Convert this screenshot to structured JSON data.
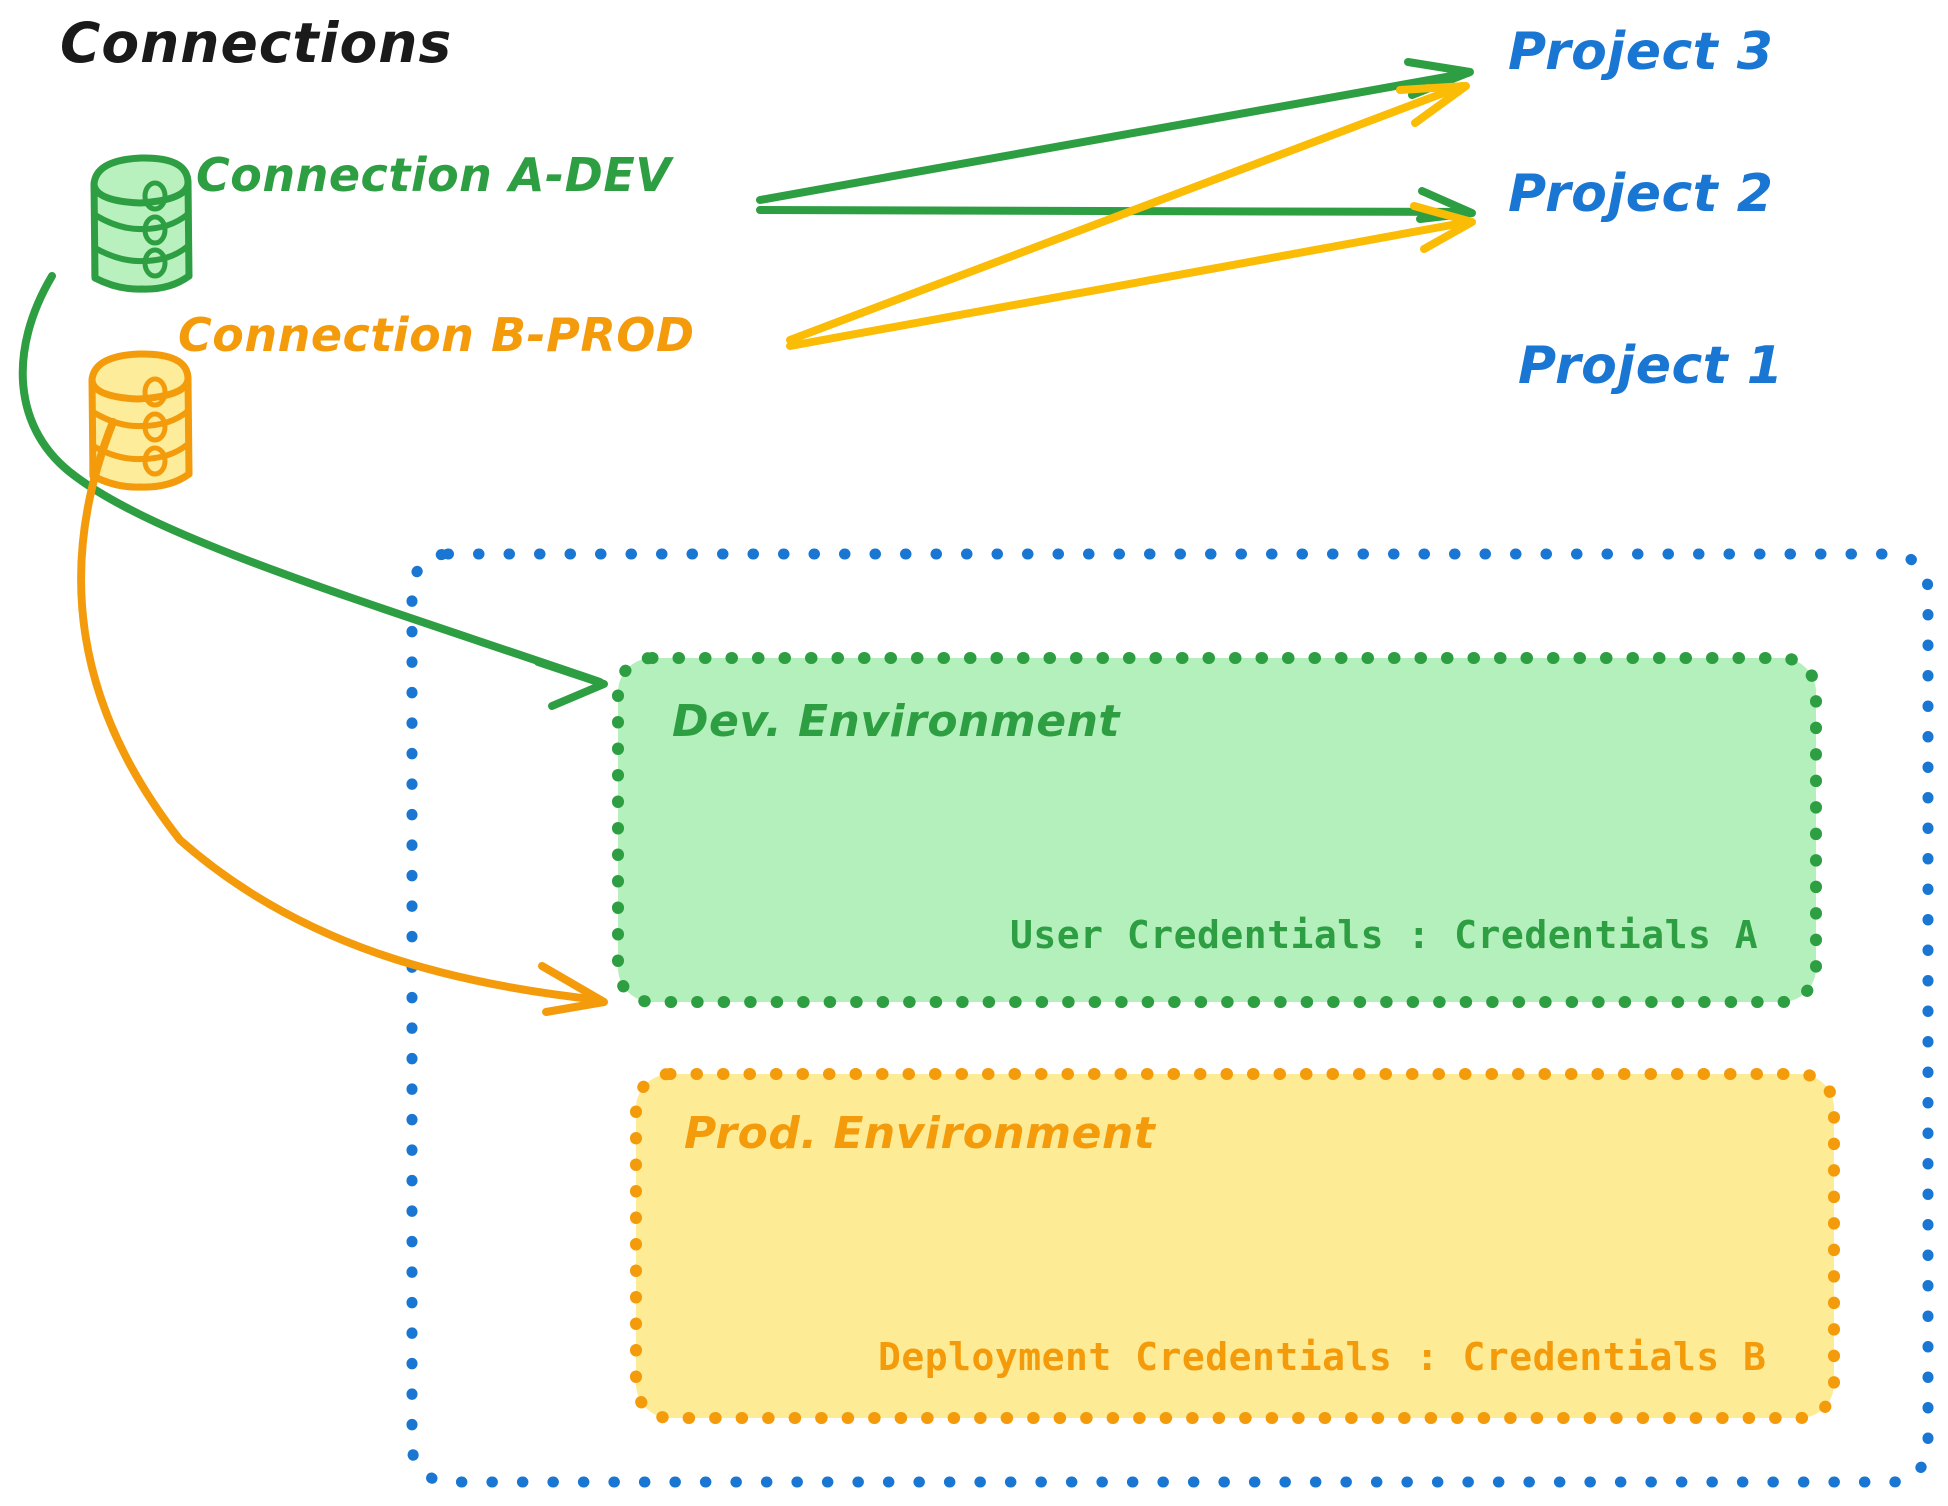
{
  "diagram": {
    "title": "Connections",
    "colors": {
      "green_stroke": "#2e9e43",
      "green_fill": "#b4f0bb",
      "orange_stroke": "#f49b0b",
      "orange_fill": "#fdeb95",
      "blue_stroke": "#1976d2",
      "black_text": "#1a1a1a",
      "background": "#ffffff"
    },
    "connections": [
      {
        "id": "a-dev",
        "icon": "database-icon",
        "label": "Connection A-DEV",
        "color": "#2e9e43",
        "targets": [
          "Project 3",
          "Project 2",
          "Dev. Environment"
        ]
      },
      {
        "id": "b-prod",
        "icon": "database-icon",
        "label": "Connection B-PROD",
        "color": "#f49b0b",
        "targets": [
          "Project 3",
          "Project 2",
          "Prod. Environment"
        ]
      }
    ],
    "projects": [
      {
        "id": "project-3",
        "label": "Project 3"
      },
      {
        "id": "project-2",
        "label": "Project 2"
      },
      {
        "id": "project-1",
        "label": "Project 1"
      }
    ],
    "project_1": {
      "label": "Project 1",
      "environments": [
        {
          "id": "dev",
          "label": "Dev. Environment",
          "credential_key": "User Credentials",
          "credential_separator": ":",
          "credential_value": "Credentials A",
          "credential_line": "User Credentials : Credentials A",
          "color": "#2e9e43",
          "fill": "#b4f0bb"
        },
        {
          "id": "prod",
          "label": "Prod. Environment",
          "credential_key": "Deployment Credentials",
          "credential_separator": ":",
          "credential_value": "Credentials B",
          "credential_line": "Deployment Credentials : Credentials B",
          "color": "#f49b0b",
          "fill": "#fdeb95"
        }
      ]
    },
    "arrows": [
      {
        "id": "a-dev-to-project-3",
        "from": "Connection A-DEV",
        "to": "Project 3",
        "color": "#2e9e43",
        "style": "straight"
      },
      {
        "id": "a-dev-to-project-2",
        "from": "Connection A-DEV",
        "to": "Project 2",
        "color": "#2e9e43",
        "style": "straight"
      },
      {
        "id": "a-dev-to-dev-env",
        "from": "Connection A-DEV",
        "to": "Dev. Environment",
        "color": "#2e9e43",
        "style": "curved"
      },
      {
        "id": "b-prod-to-project-3",
        "from": "Connection B-PROD",
        "to": "Project 3",
        "color": "#f49b0b",
        "style": "straight"
      },
      {
        "id": "b-prod-to-project-2",
        "from": "Connection B-PROD",
        "to": "Project 2",
        "color": "#f49b0b",
        "style": "straight"
      },
      {
        "id": "b-prod-to-prod-env",
        "from": "Connection B-PROD",
        "to": "Prod. Environment",
        "color": "#f49b0b",
        "style": "curved"
      }
    ]
  }
}
